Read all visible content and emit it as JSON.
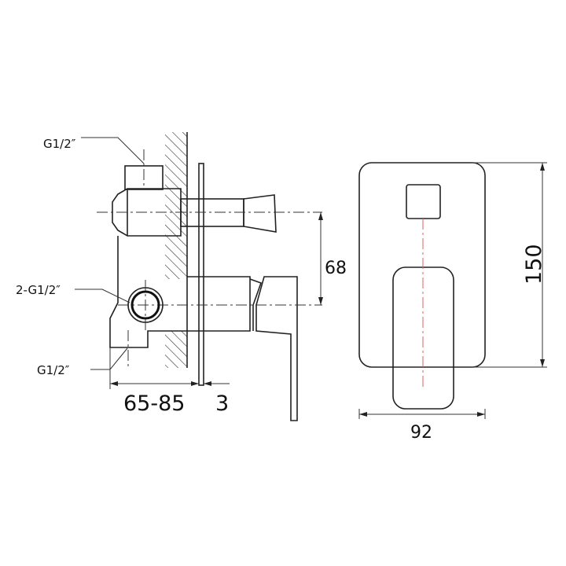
{
  "labels": {
    "inlet_top": "G1/2″",
    "outlet_mid": "2-G1/2″",
    "inlet_bottom": "G1/2″"
  },
  "dimensions": {
    "depth": "65-85",
    "plate_thickness": "3",
    "axis_spacing": "68",
    "plate_height": "150",
    "plate_width": "92"
  },
  "colors": {
    "centerline_front": "#e06060",
    "lines": "#222222"
  }
}
